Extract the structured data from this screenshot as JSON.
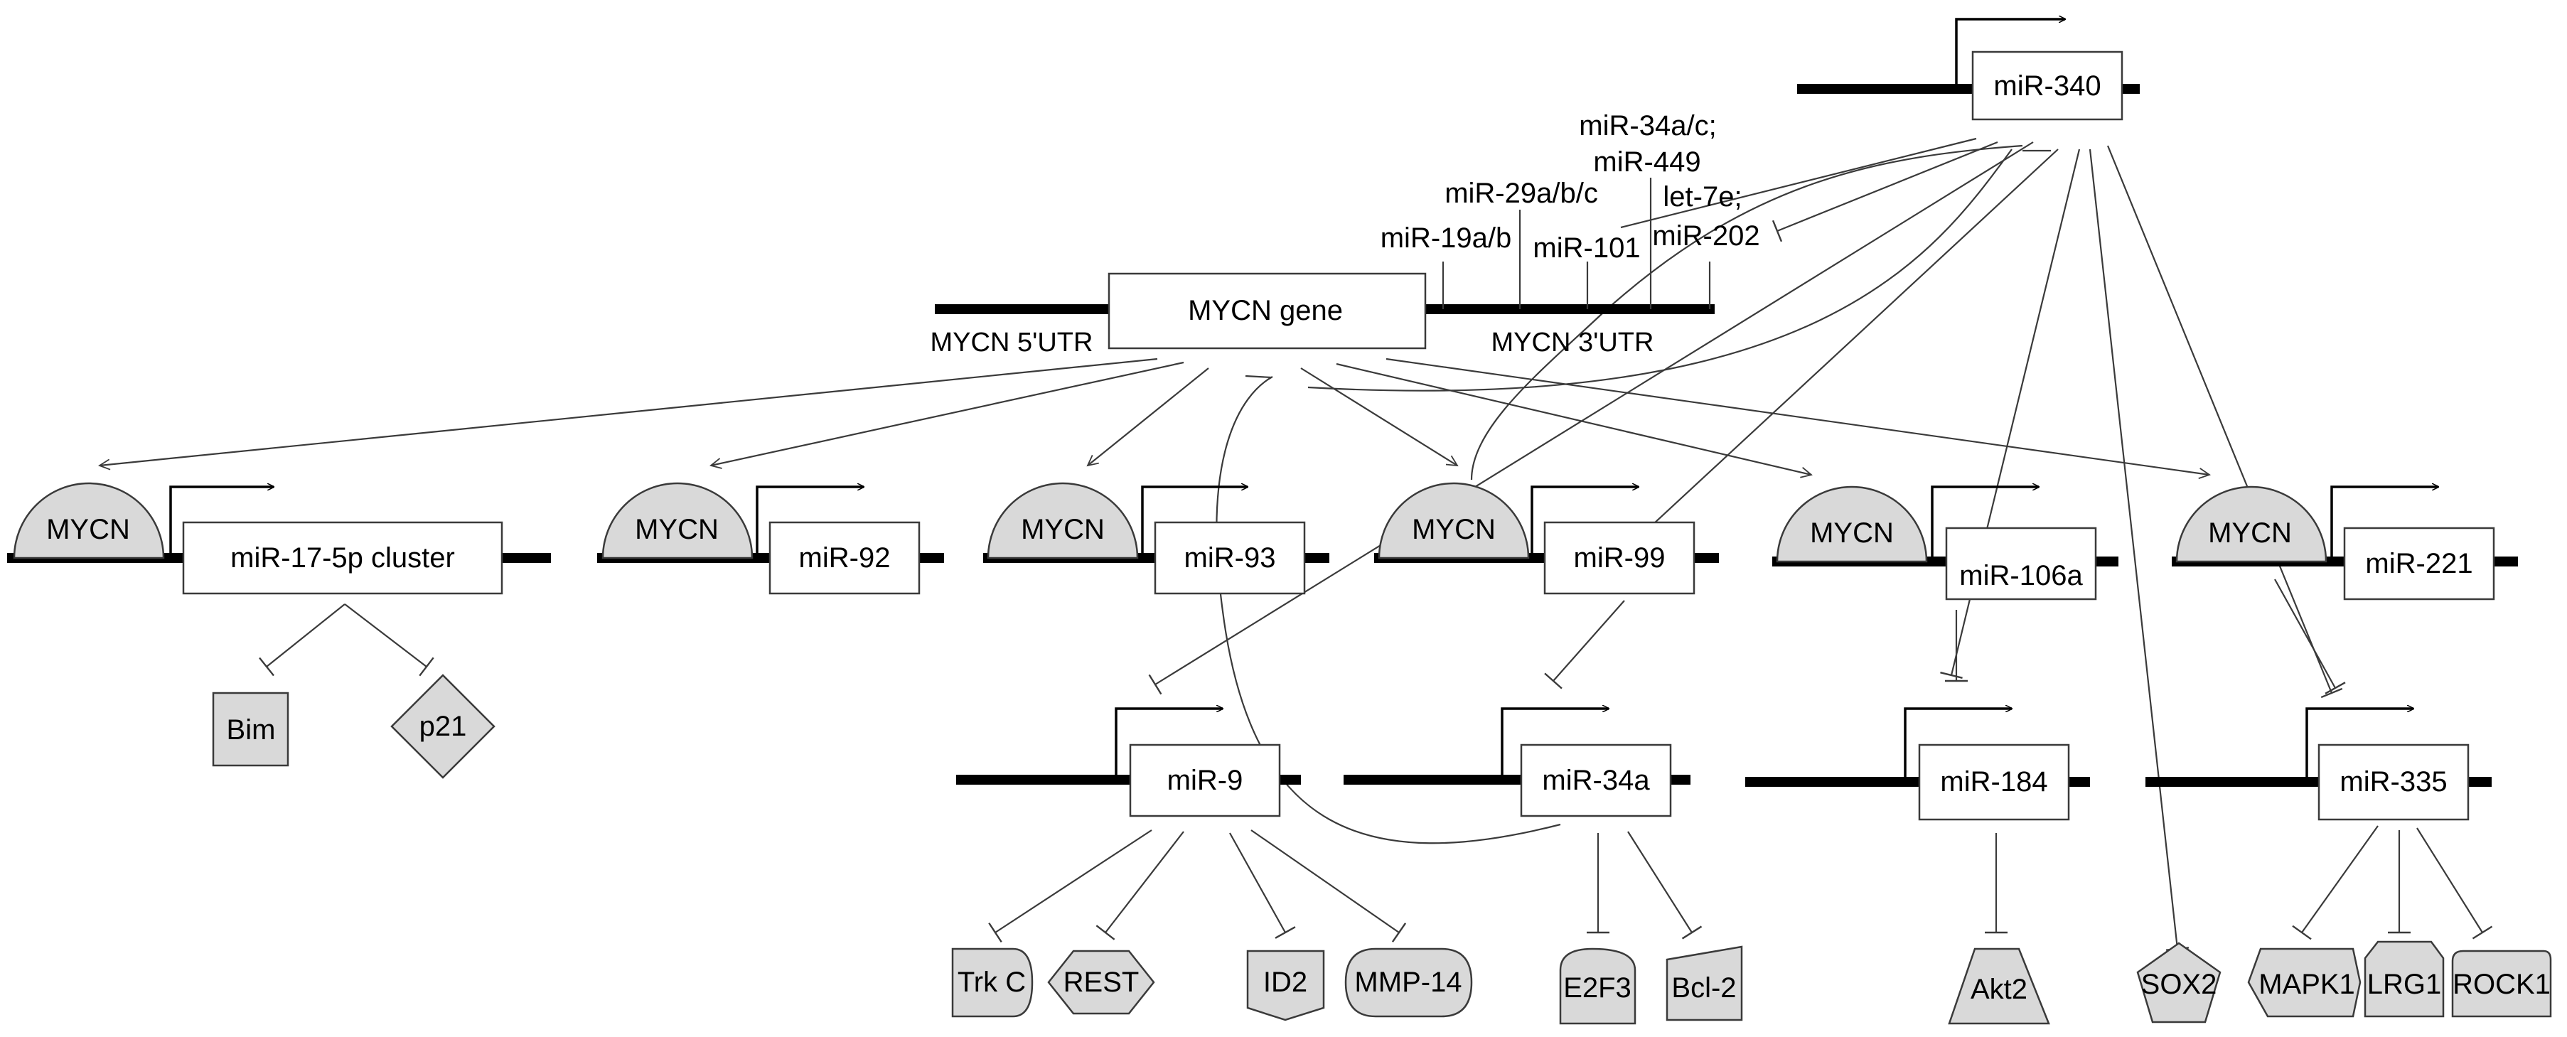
{
  "mycn": {
    "gene_label": "MYCN gene",
    "utr5_label": "MYCN 5'UTR",
    "utr3_label": "MYCN 3'UTR"
  },
  "targeting_mirnas": {
    "mir19": "miR-19a/b",
    "mir29": "miR-29a/b/c",
    "mir101": "miR-101",
    "mir34ac": "miR-34a/c;",
    "mir449": "miR-449",
    "let7e": "let-7e;",
    "mir202": "miR-202"
  },
  "top": {
    "mir340": "miR-340"
  },
  "mycn_bound": {
    "binder_label": "MYCN",
    "mir17": "miR-17-5p cluster",
    "mir92": "miR-92",
    "mir93": "miR-93",
    "mir99": "miR-99",
    "mir106a": "miR-106a",
    "mir221": "miR-221"
  },
  "downstream_mirnas": {
    "mir9": "miR-9",
    "mir34a": "miR-34a",
    "mir184": "miR-184",
    "mir335": "miR-335"
  },
  "targets": {
    "bim": "Bim",
    "p21": "p21",
    "trkc": "Trk C",
    "rest": "REST",
    "id2": "ID2",
    "mmp14": "MMP-14",
    "e2f3": "E2F3",
    "bcl2": "Bcl-2",
    "akt2": "Akt2",
    "sox2": "SOX2",
    "mapk1": "MAPK1",
    "lrg1": "LRG1",
    "rock1": "ROCK1"
  }
}
